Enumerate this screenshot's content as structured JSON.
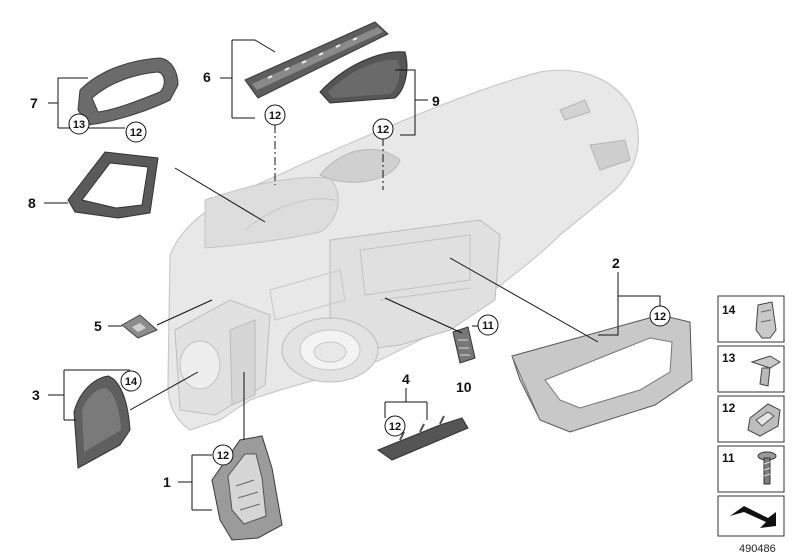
{
  "callouts": {
    "c1": "1",
    "c2": "2",
    "c3": "3",
    "c4": "4",
    "c5": "5",
    "c6": "6",
    "c7": "7",
    "c8": "8",
    "c9": "9",
    "c10": "10"
  },
  "circled": {
    "p6_12": "12",
    "p7_13": "13",
    "p7_12": "12",
    "p9_12": "12",
    "p2_12": "12",
    "p3_14": "14",
    "p1_12": "12",
    "p4_12": "12",
    "p10_11": "11"
  },
  "legend": {
    "items": [
      {
        "number": "14",
        "icon": "spring-clip-icon"
      },
      {
        "number": "13",
        "icon": "clip-icon"
      },
      {
        "number": "12",
        "icon": "clip-nut-icon"
      },
      {
        "number": "11",
        "icon": "screw-icon"
      }
    ],
    "last_icon": "arrow-shape-icon"
  },
  "reference_number": "490486",
  "colors": {
    "dashboard": "#e6e6e6",
    "dark_part": "#6d6d6d",
    "line": "#111111"
  }
}
